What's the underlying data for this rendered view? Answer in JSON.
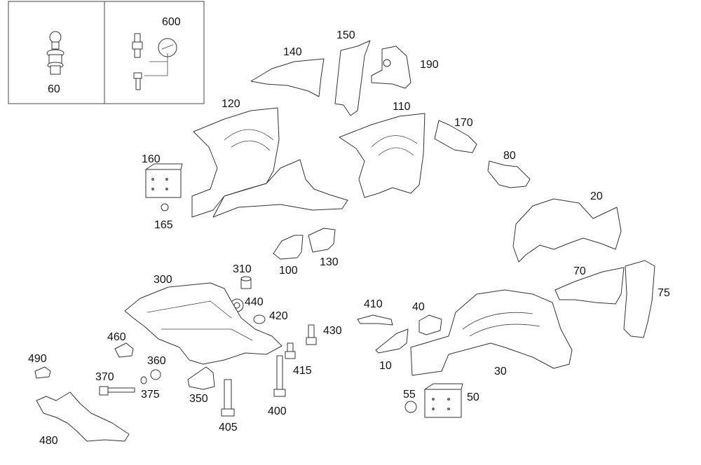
{
  "diagram": {
    "labels": [
      "60",
      "600",
      "140",
      "150",
      "190",
      "120",
      "110",
      "170",
      "80",
      "160",
      "165",
      "20",
      "100",
      "130",
      "310",
      "300",
      "440",
      "420",
      "430",
      "410",
      "40",
      "70",
      "75",
      "460",
      "490",
      "360",
      "370",
      "375",
      "350",
      "415",
      "400",
      "405",
      "10",
      "30",
      "55",
      "50",
      "480"
    ]
  }
}
